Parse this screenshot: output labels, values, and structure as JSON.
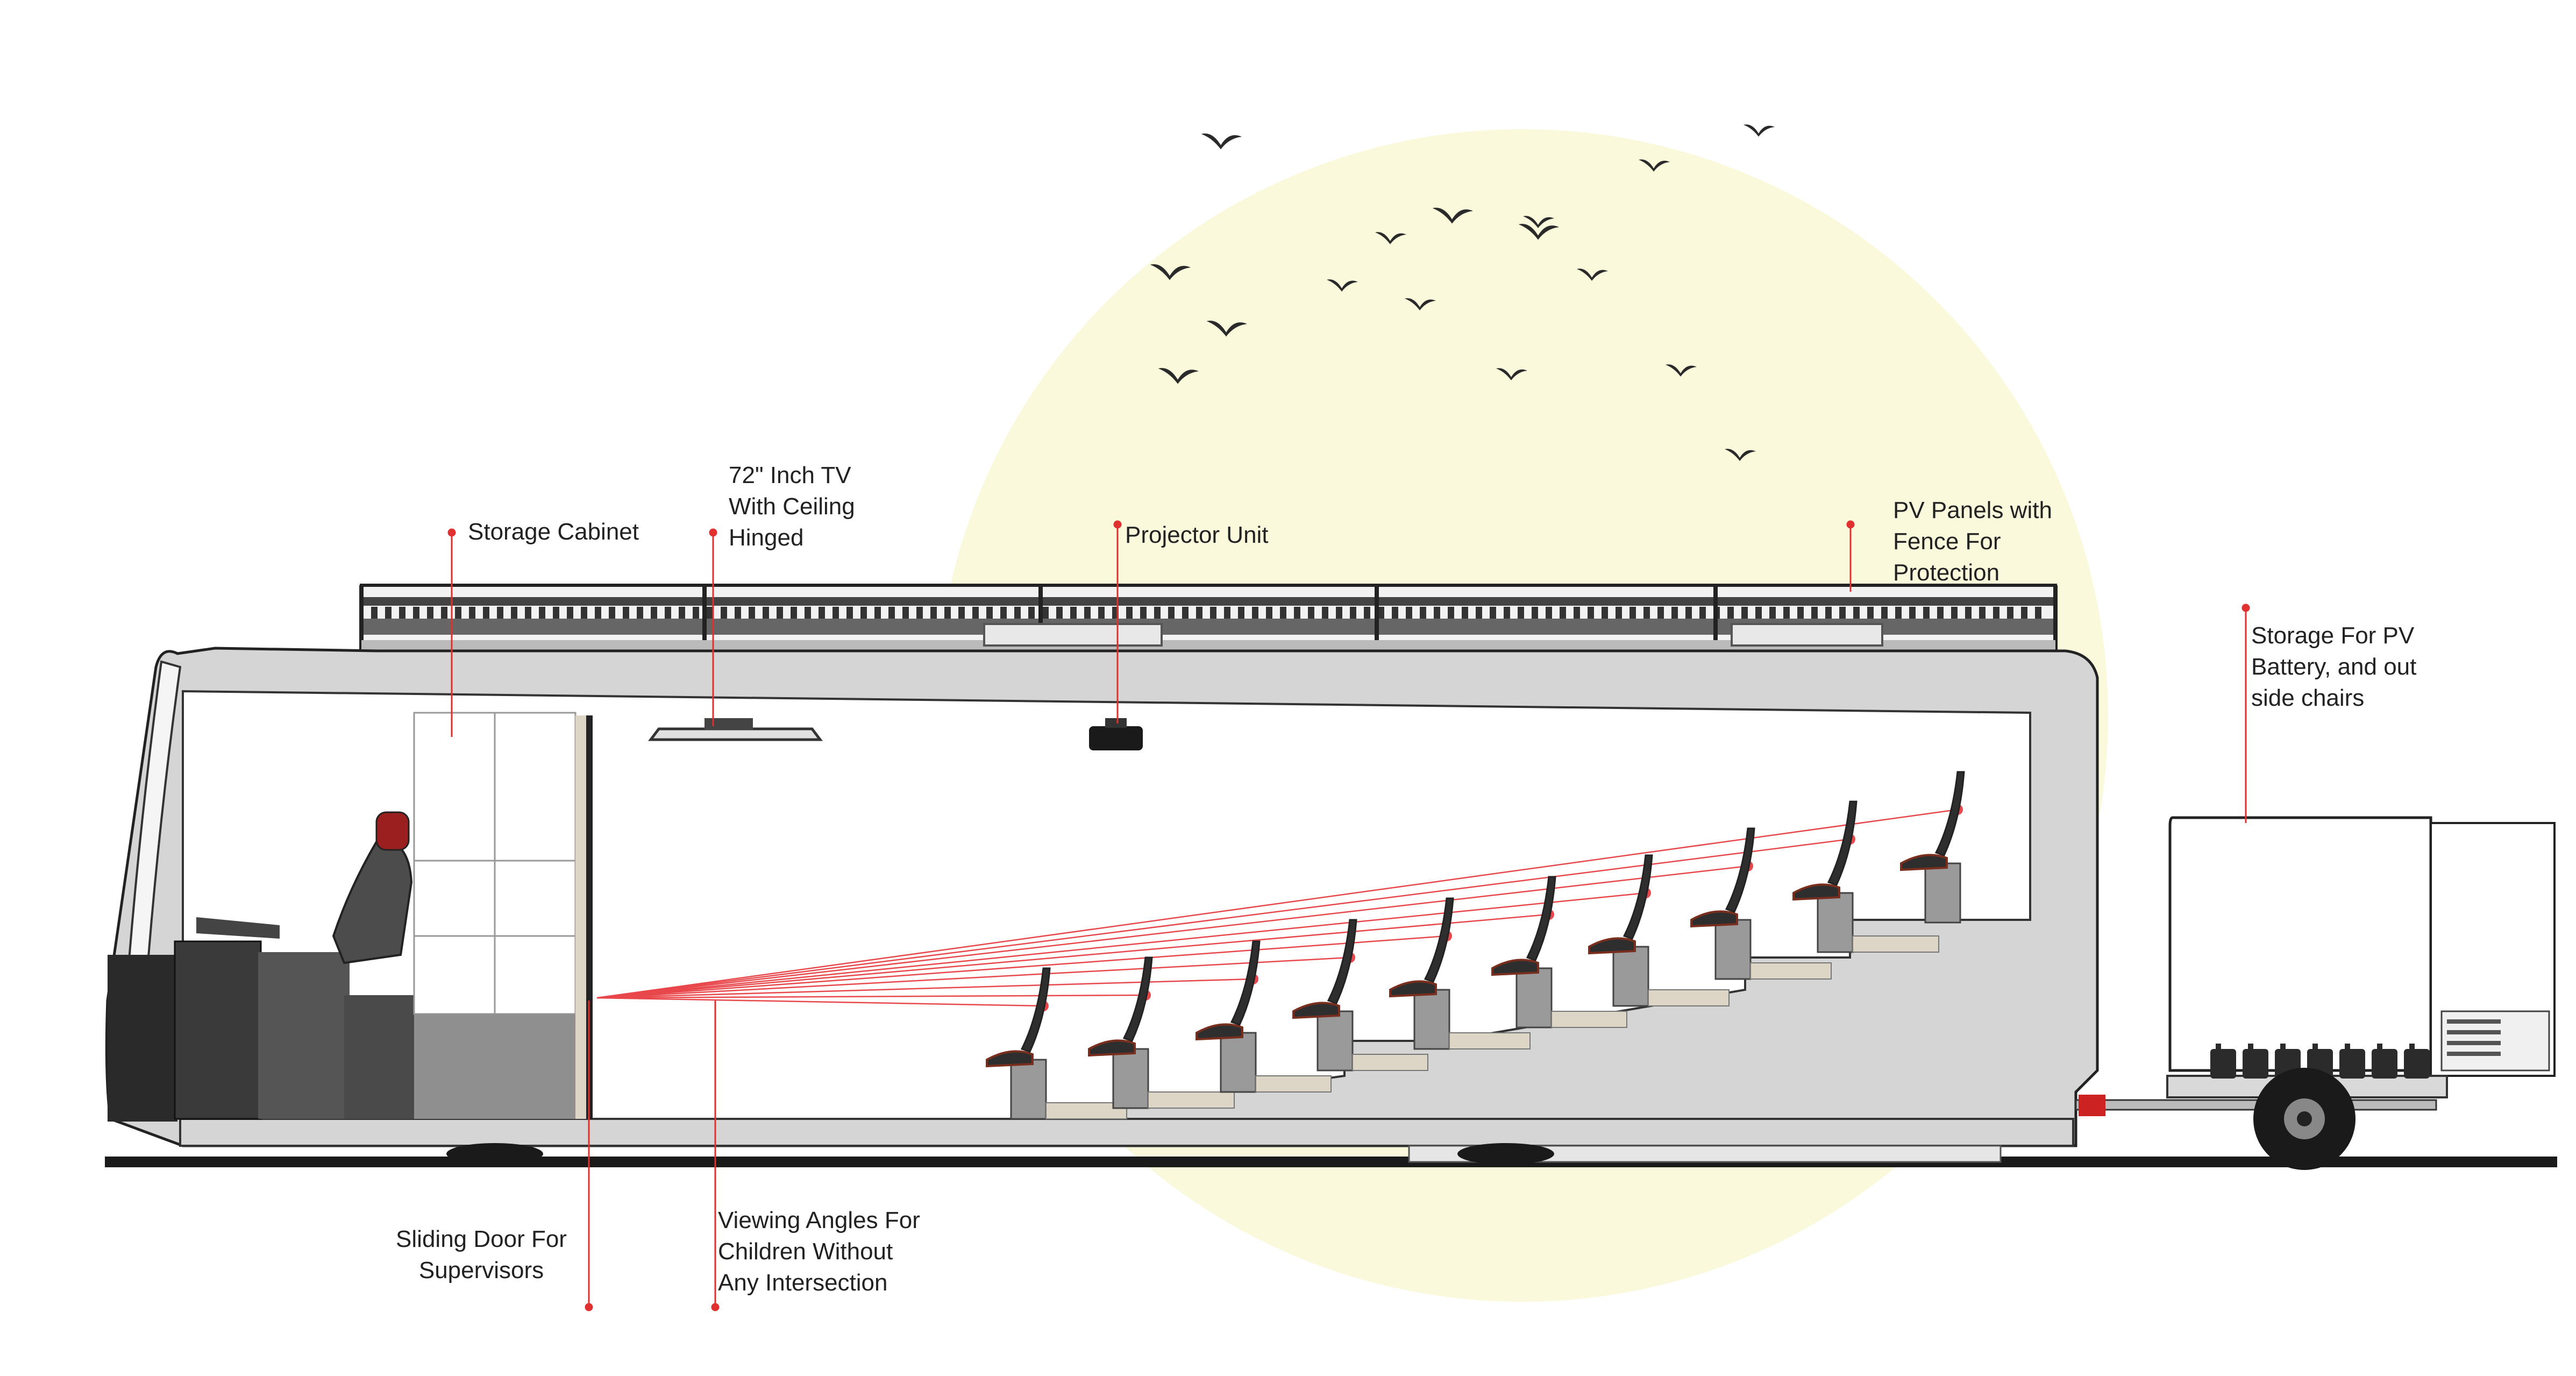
{
  "colors": {
    "sun": "#fbf9dc",
    "bus_body": "#d5d5d5",
    "interior": "#ffffff",
    "callout": "#e03030",
    "sightline": "#e8474b",
    "ground": "#1a1a1a",
    "seat_dark": "#2e2e2e",
    "seat_accent": "#7a2e1e",
    "steps_wood": "#ddd6c6",
    "floor_tile": "#8f8f8f"
  },
  "icons": {
    "birds": "bird-silhouette-icon",
    "seats": "theater-seat-icon",
    "driver": "driver-seat-icon",
    "projector": "projector-icon",
    "tv": "ceiling-tv-icon",
    "batteries": "battery-icon",
    "wheels": "wheel-icon"
  },
  "labels": {
    "storage_cabinet": "Storage Cabinet",
    "tv": "72\" Inch TV\nWith Ceiling\nHinged",
    "projector": "Projector Unit",
    "pv_panels": "PV Panels with\nFence For\nProtection",
    "storage_pv": "Storage For PV\nBattery, and out\nside chairs",
    "sliding_door": "Sliding Door For\nSupervisors",
    "viewing_angles": "Viewing Angles For\nChildren  Without\nAny Intersection"
  }
}
